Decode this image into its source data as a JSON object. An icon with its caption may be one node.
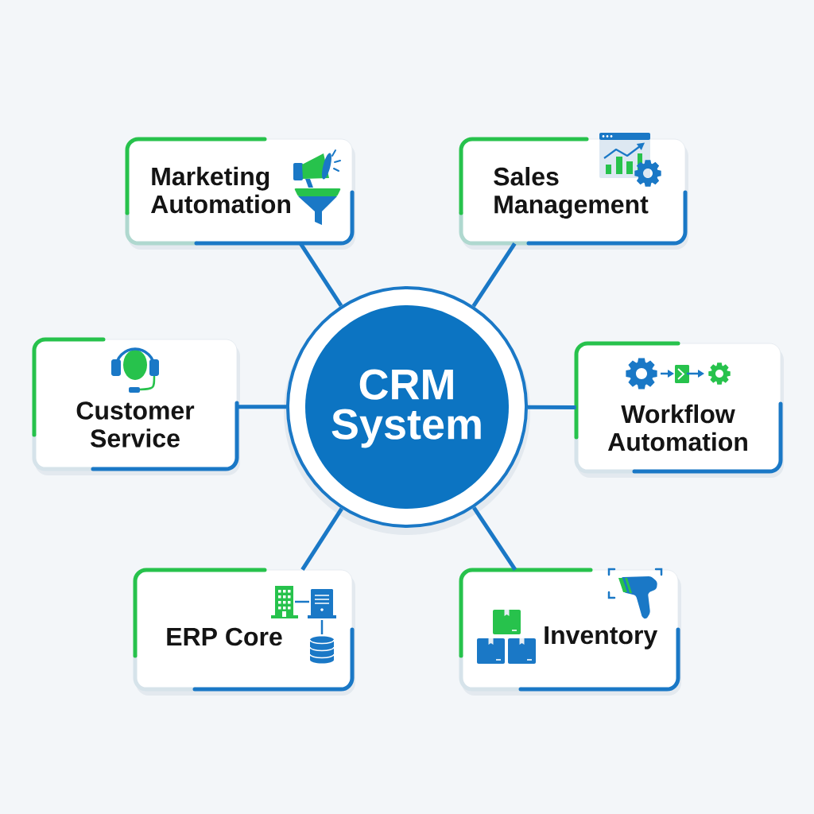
{
  "diagram": {
    "nodes": [
      {
        "text": [
          "CRM System"
        ]
      },
      {
        "text": [
          "Marketing Automation"
        ]
      },
      {
        "text": [
          "Sales Management"
        ]
      },
      {
        "text": [
          "Customer Service"
        ]
      },
      {
        "text": [
          "Workflow Automation"
        ]
      },
      {
        "text": [
          "ERP Core"
        ]
      },
      {
        "text": [
          "Inventory"
        ]
      }
    ],
    "edges": [
      {
        "from": 0,
        "to": 1,
        "arrow": "none"
      },
      {
        "from": 0,
        "to": 2,
        "arrow": "none"
      },
      {
        "from": 0,
        "to": 3,
        "arrow": "none"
      },
      {
        "from": 0,
        "to": 4,
        "arrow": "none"
      },
      {
        "from": 0,
        "to": 5,
        "arrow": "none"
      },
      {
        "from": 0,
        "to": 6,
        "arrow": "none"
      }
    ]
  }
}
